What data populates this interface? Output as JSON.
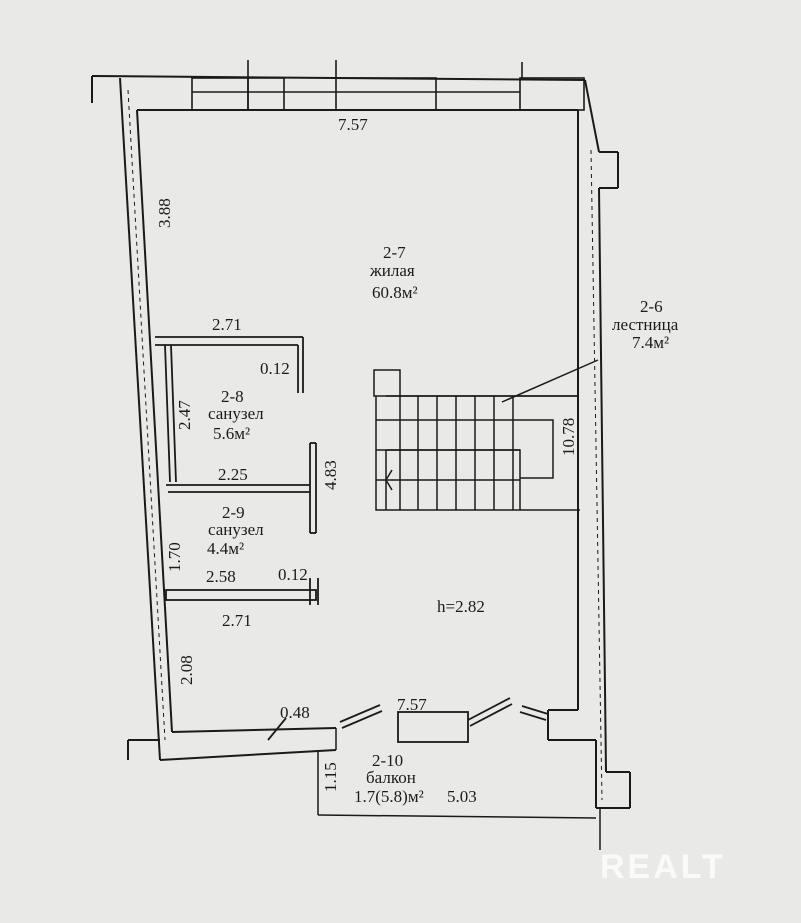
{
  "rooms": {
    "living": {
      "id": "2-7",
      "name": "жилая",
      "area": "60.8м²"
    },
    "stairs": {
      "id": "2-6",
      "name": "лестница",
      "area": "7.4м²"
    },
    "bath1": {
      "id": "2-8",
      "name": "санузел",
      "area": "5.6м²"
    },
    "bath2": {
      "id": "2-9",
      "name": "санузел",
      "area": "4.4м²"
    },
    "balcony": {
      "id": "2-10",
      "name": "балкон",
      "area": "1.7(5.8)м²"
    }
  },
  "dimensions": {
    "top_width": "7.57",
    "left_upper": "3.88",
    "bath1_width": "2.71",
    "bath1_wall": "0.12",
    "bath1_height": "2.47",
    "partition_width": "2.25",
    "partition_height": "4.83",
    "bath2_height": "1.70",
    "bath2_inner_width": "2.58",
    "bath2_wall": "0.12",
    "bath2_width": "2.71",
    "left_lower": "2.08",
    "bottom_offset": "0.48",
    "bottom_width": "7.57",
    "stair_length": "10.78",
    "balcony_depth": "1.15",
    "balcony_width": "5.03"
  },
  "ceiling_height": "h=2.82",
  "watermark": "REALT"
}
